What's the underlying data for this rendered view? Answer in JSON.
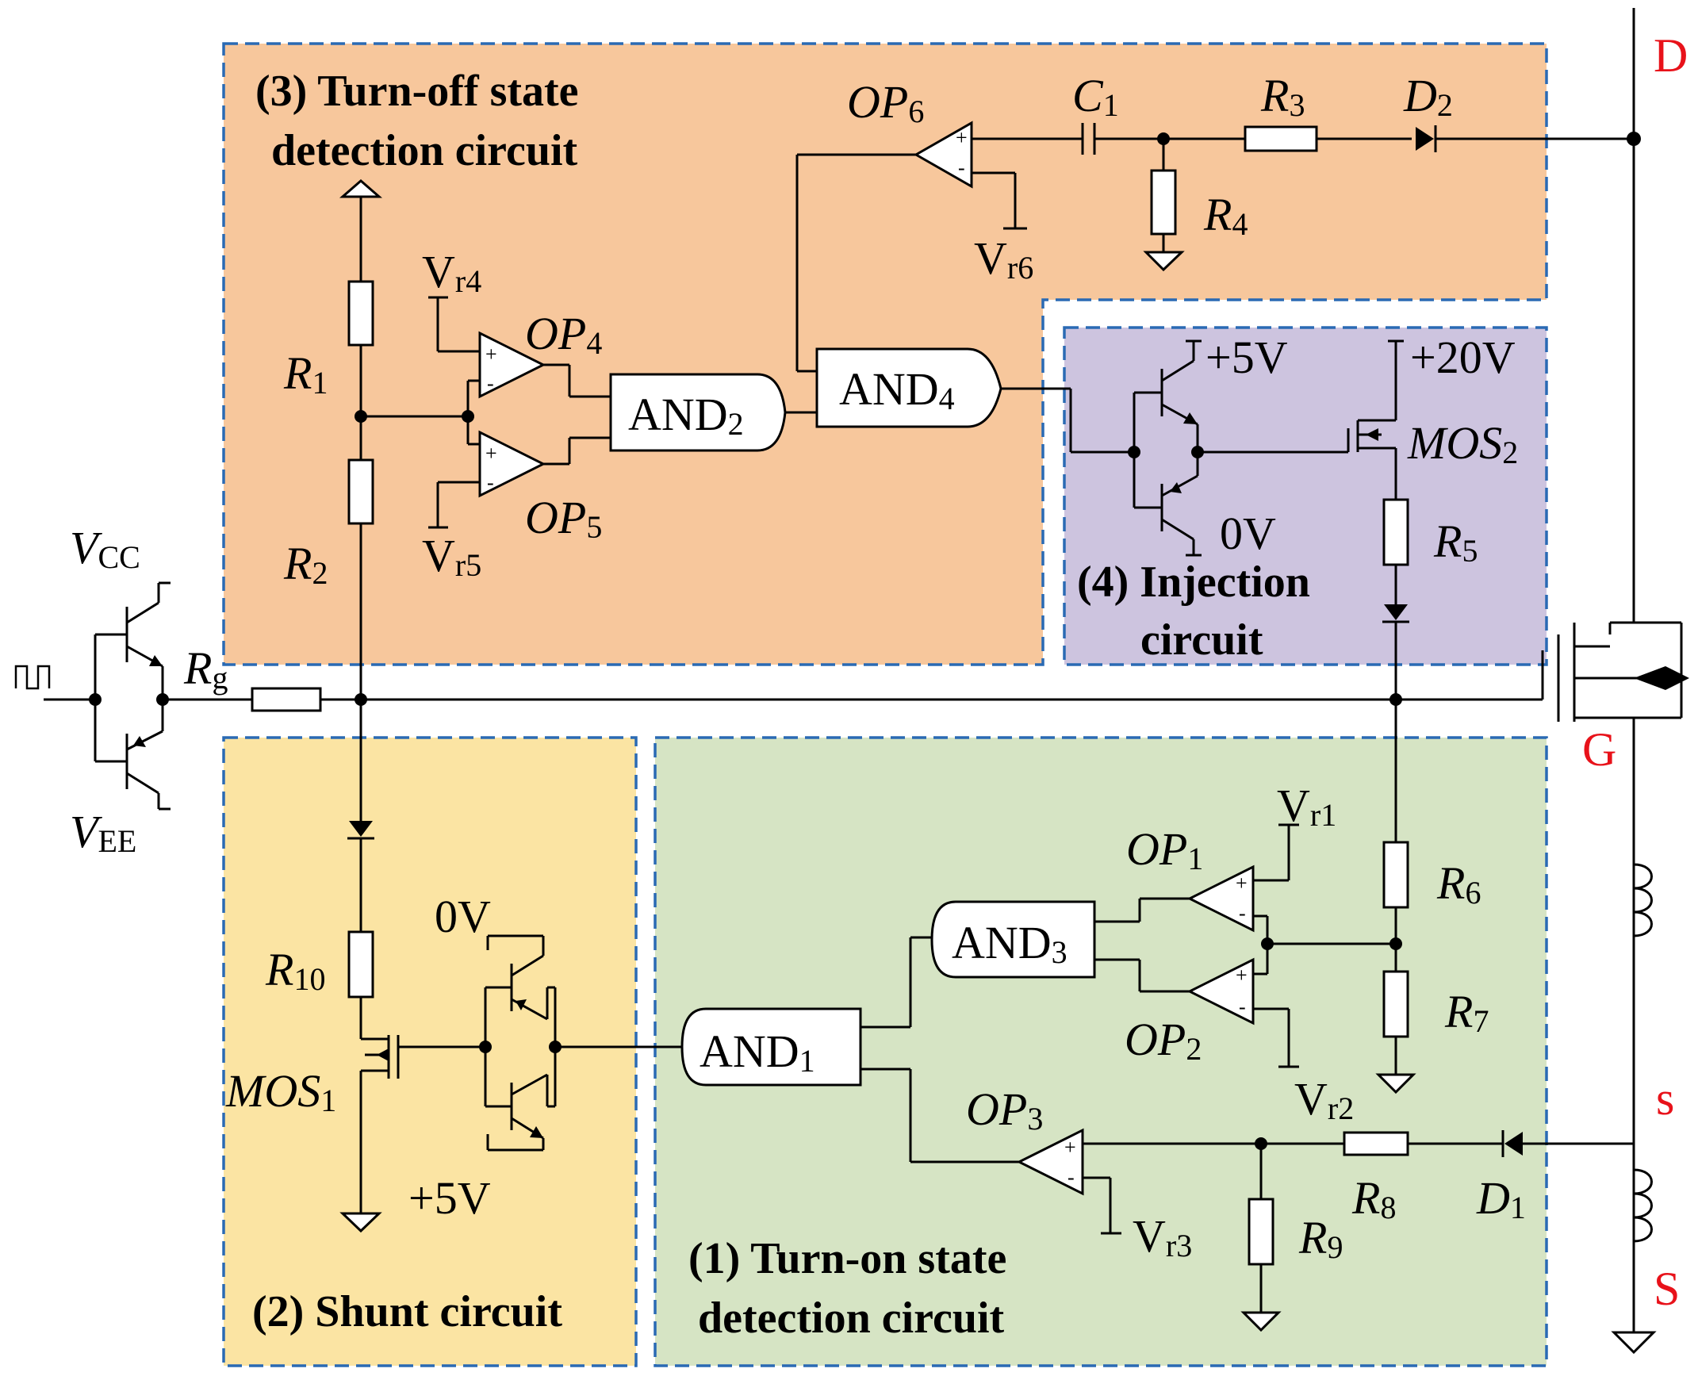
{
  "colors": {
    "turn_off_region": "#f7c79c",
    "injection_region": "#cdc4df",
    "shunt_region": "#fbe4a3",
    "turn_on_region": "#d6e4c4",
    "region_border": "#2a6ab4",
    "terminal_label": "#e8121a"
  },
  "regions": {
    "turn_off": {
      "line1": "(3) Turn-off state",
      "line2": "detection circuit"
    },
    "injection": {
      "line1": "(4) Injection",
      "line2": "circuit"
    },
    "shunt": {
      "line1": "(2) Shunt circuit"
    },
    "turn_on": {
      "line1": "(1) Turn-on state",
      "line2": "detection circuit"
    }
  },
  "terminals": {
    "drain": "D",
    "gate": "G",
    "source_kelvin": "s",
    "source": "S"
  },
  "driver": {
    "vcc": {
      "main": "V",
      "sub": "CC"
    },
    "vee": {
      "main": "V",
      "sub": "EE"
    },
    "rg": {
      "main": "R",
      "sub": "g"
    }
  },
  "components": {
    "OP1": {
      "main": "OP",
      "sub": "1"
    },
    "OP2": {
      "main": "OP",
      "sub": "2"
    },
    "OP3": {
      "main": "OP",
      "sub": "3"
    },
    "OP4": {
      "main": "OP",
      "sub": "4"
    },
    "OP5": {
      "main": "OP",
      "sub": "5"
    },
    "OP6": {
      "main": "OP",
      "sub": "6"
    },
    "AND1": {
      "main": "AND",
      "sub": "1"
    },
    "AND2": {
      "main": "AND",
      "sub": "2"
    },
    "AND3": {
      "main": "AND",
      "sub": "3"
    },
    "AND4": {
      "main": "AND",
      "sub": "4"
    },
    "R1": {
      "main": "R",
      "sub": "1"
    },
    "R2": {
      "main": "R",
      "sub": "2"
    },
    "R3": {
      "main": "R",
      "sub": "3"
    },
    "R4": {
      "main": "R",
      "sub": "4"
    },
    "R5": {
      "main": "R",
      "sub": "5"
    },
    "R6": {
      "main": "R",
      "sub": "6"
    },
    "R7": {
      "main": "R",
      "sub": "7"
    },
    "R8": {
      "main": "R",
      "sub": "8"
    },
    "R9": {
      "main": "R",
      "sub": "9"
    },
    "R10": {
      "main": "R",
      "sub": "10"
    },
    "C1": {
      "main": "C",
      "sub": "1"
    },
    "D1": {
      "main": "D",
      "sub": "1"
    },
    "D2": {
      "main": "D",
      "sub": "2"
    },
    "MOS1": {
      "main": "MOS",
      "sub": "1"
    },
    "MOS2": {
      "main": "MOS",
      "sub": "2"
    }
  },
  "references": {
    "Vr1": {
      "main": "V",
      "sub": "r1"
    },
    "Vr2": {
      "main": "V",
      "sub": "r2"
    },
    "Vr3": {
      "main": "V",
      "sub": "r3"
    },
    "Vr4": {
      "main": "V",
      "sub": "r4"
    },
    "Vr5": {
      "main": "V",
      "sub": "r5"
    },
    "Vr6": {
      "main": "V",
      "sub": "r6"
    }
  },
  "supplies": {
    "plus5v_injection": "+5V",
    "plus20v": "+20V",
    "zero_v_injection": "0V",
    "zero_v_shunt": "0V",
    "plus5v_shunt": "+5V"
  }
}
